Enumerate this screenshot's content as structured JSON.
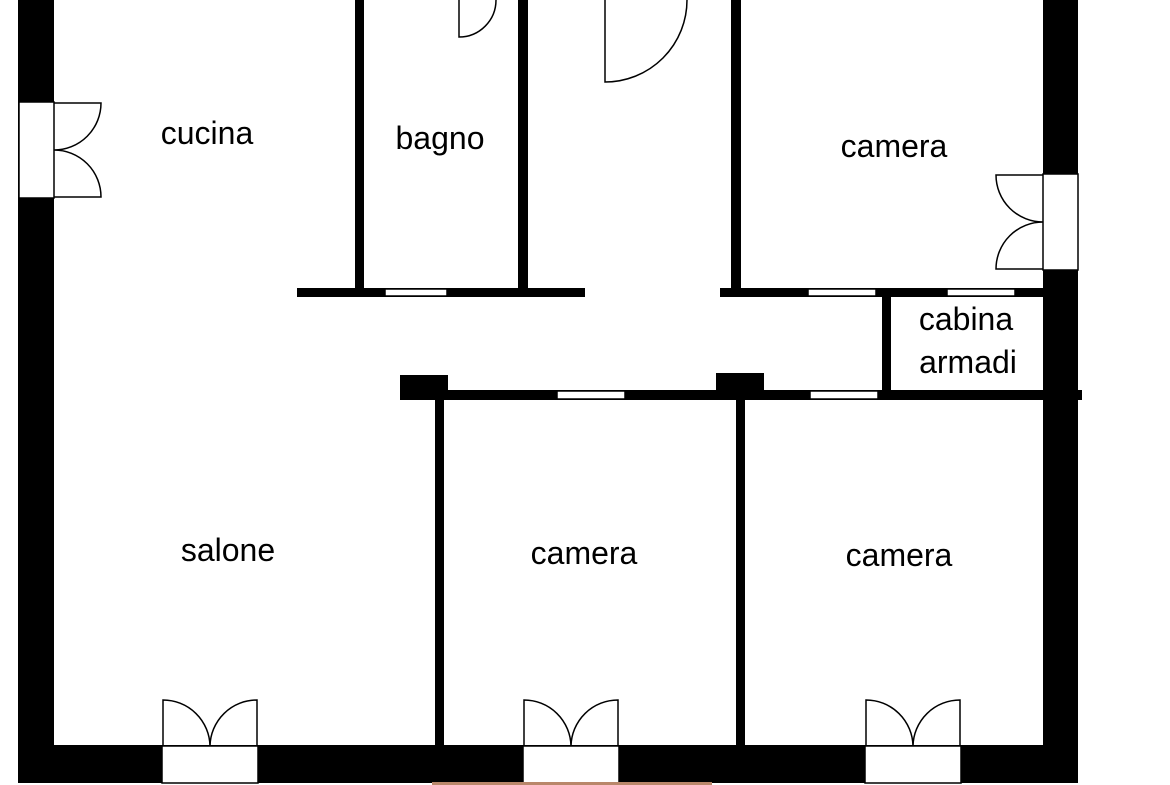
{
  "colors": {
    "wall": "#000000",
    "background": "#ffffff",
    "door_line": "#000000",
    "threshold": "#ffffff",
    "terrace_hint": "#b9876a"
  },
  "rooms": {
    "cucina": "cucina",
    "bagno": "bagno",
    "camera_top": "camera",
    "cabina_line1": "cabina",
    "cabina_line2": "armadi",
    "salone": "salone",
    "camera_middle": "camera",
    "camera_right": "camera"
  }
}
